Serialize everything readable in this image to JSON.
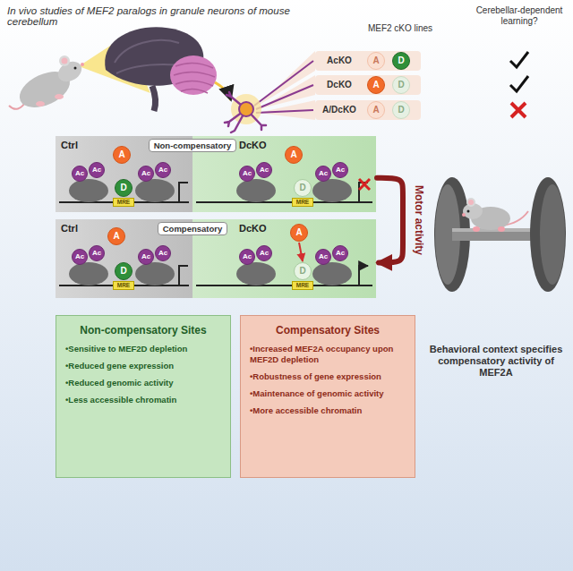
{
  "diagram": {
    "title": "In vivo studies of MEF2 paralogs in granule neurons of mouse cerebellum",
    "nodes": [
      {
        "text": [
          "A"
        ]
      },
      {
        "text": [
          "D"
        ]
      },
      {
        "text": [
          "A"
        ]
      },
      {
        "text": [
          "D"
        ]
      },
      {
        "text": [
          "A"
        ]
      },
      {
        "text": [
          "D"
        ]
      },
      {
        "text": [
          "Ctrl"
        ]
      },
      {
        "text": [
          "Ac"
        ],
        "in": 6
      },
      {
        "text": [
          "Ac"
        ],
        "in": 6
      },
      {
        "text": [
          "A"
        ],
        "in": 6
      },
      {
        "text": [
          "D"
        ],
        "in": 6
      },
      {
        "text": [
          "MRE"
        ],
        "in": 6
      },
      {
        "text": [
          "Ac"
        ],
        "in": 6
      },
      {
        "text": [
          "Ac"
        ],
        "in": 6
      },
      {
        "text": [
          "Non-compensatory"
        ]
      },
      {
        "text": [
          "DcKO"
        ]
      },
      {
        "text": [
          "Ac"
        ],
        "in": 15
      },
      {
        "text": [
          "Ac"
        ],
        "in": 15
      },
      {
        "text": [
          "A"
        ],
        "in": 15
      },
      {
        "text": [
          "D"
        ],
        "in": 15
      },
      {
        "text": [
          "MRE"
        ],
        "in": 15
      },
      {
        "text": [
          "Ac"
        ],
        "in": 15
      },
      {
        "text": [
          "Ac"
        ],
        "in": 15
      },
      {
        "text": [
          "Ctrl"
        ]
      },
      {
        "text": [
          "A"
        ],
        "in": 23
      },
      {
        "text": [
          "Ac"
        ],
        "in": 23
      },
      {
        "text": [
          "Ac"
        ],
        "in": 23
      },
      {
        "text": [
          "D"
        ],
        "in": 23
      },
      {
        "text": [
          "MRE"
        ],
        "in": 23
      },
      {
        "text": [
          "Ac"
        ],
        "in": 23
      },
      {
        "text": [
          "Ac"
        ],
        "in": 23
      },
      {
        "text": [
          "Compensatory"
        ]
      },
      {
        "text": [
          "DcKO"
        ]
      },
      {
        "text": [
          "Ac"
        ],
        "in": 32
      },
      {
        "text": [
          "Ac"
        ],
        "in": 32
      },
      {
        "text": [
          "A"
        ],
        "in": 32
      },
      {
        "text": [
          "D"
        ],
        "in": 32
      },
      {
        "text": [
          "MRE"
        ],
        "in": 32
      },
      {
        "text": [
          "Ac"
        ],
        "in": 32
      },
      {
        "text": [
          "Ac"
        ],
        "in": 32
      },
      {
        "text": [
          "Non-compensatory Sites",
          "•Sensitive to MEF2D depletion",
          "•Reduced gene expression",
          "•Reduced genomic activity",
          "•Less accessible chromatin"
        ]
      },
      {
        "text": [
          "Compensatory Sites",
          "•Increased MEF2A occupancy upon MEF2D depletion",
          "•Robustness of gene expression",
          "•Maintenance of genomic activity",
          "•More accessible chromatin"
        ]
      }
    ],
    "edges": [
      {
        "from": 35,
        "to": 36,
        "arrow": "to"
      },
      {
        "from": 15,
        "to": 32,
        "label": "Motor activity",
        "arrow": "to"
      }
    ],
    "labels": [
      "MEF2 cKO lines",
      "Cerebellar-dependent learning?",
      "AcKO",
      "DcKO",
      "A/DcKO",
      "Behavioral context specifies compensatory activity of MEF2A"
    ]
  }
}
